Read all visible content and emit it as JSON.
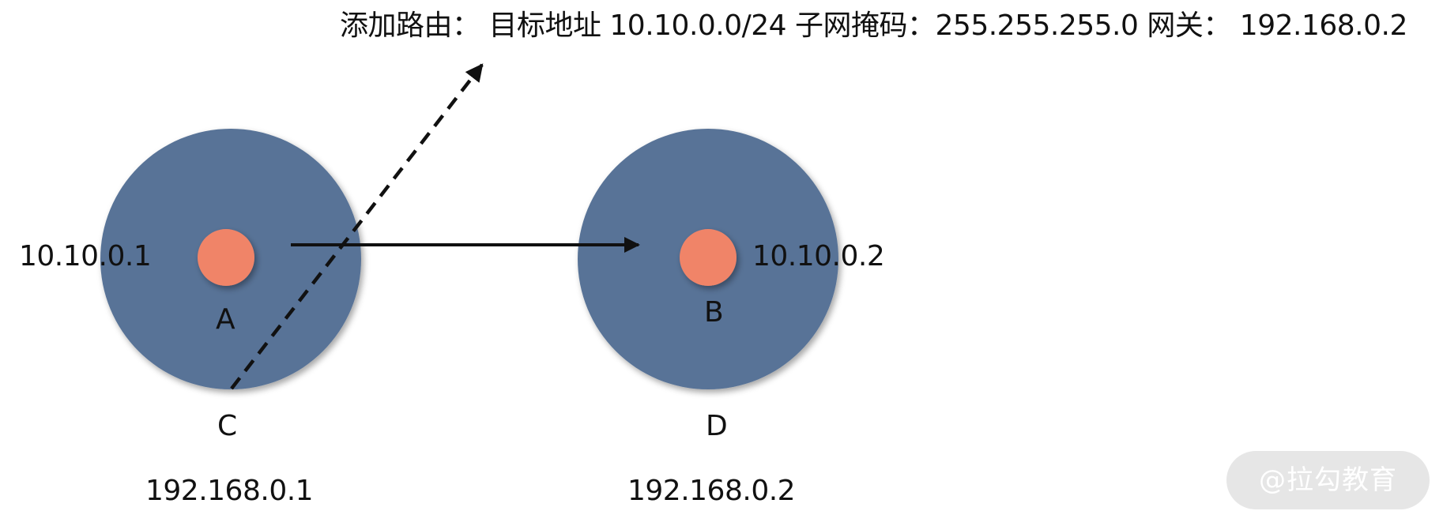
{
  "heading": "添加路由： 目标地址 10.10.0.0/24  子网掩码：255.255.255.0 网关： 192.168.0.2",
  "hosts": [
    {
      "id": "A",
      "label": "A",
      "inner_ip": "10.10.0.1",
      "outer_label": "C",
      "outer_ip": "192.168.0.1"
    },
    {
      "id": "B",
      "label": "B",
      "inner_ip": "10.10.0.2",
      "outer_label": "D",
      "outer_ip": "192.168.0.2"
    }
  ],
  "colors": {
    "host_circle": "#587397",
    "interface_dot": "#f08468",
    "arrow": "#111111",
    "text": "#111111",
    "watermark_bg": "#e6e6e6",
    "watermark_text": "#ffffff"
  },
  "watermark": "@拉勾教育"
}
